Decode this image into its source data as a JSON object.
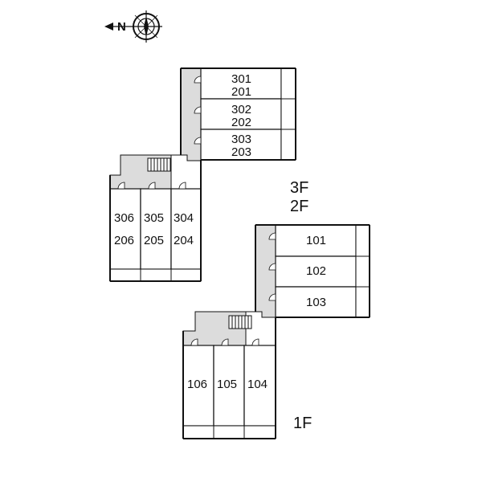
{
  "compass": {
    "north_letter": "N",
    "icon": "compass-rose-icon"
  },
  "floor_labels": {
    "upper_a": "3F",
    "upper_b": "2F",
    "ground": "1F"
  },
  "upper_east_units": [
    {
      "top": "301",
      "bottom": "201"
    },
    {
      "top": "302",
      "bottom": "202"
    },
    {
      "top": "303",
      "bottom": "203"
    }
  ],
  "upper_south_units": [
    {
      "top": "306",
      "bottom": "206"
    },
    {
      "top": "305",
      "bottom": "205"
    },
    {
      "top": "304",
      "bottom": "204"
    }
  ],
  "ground_east_units": [
    "101",
    "102",
    "103"
  ],
  "ground_south_units": [
    "106",
    "105",
    "104"
  ]
}
